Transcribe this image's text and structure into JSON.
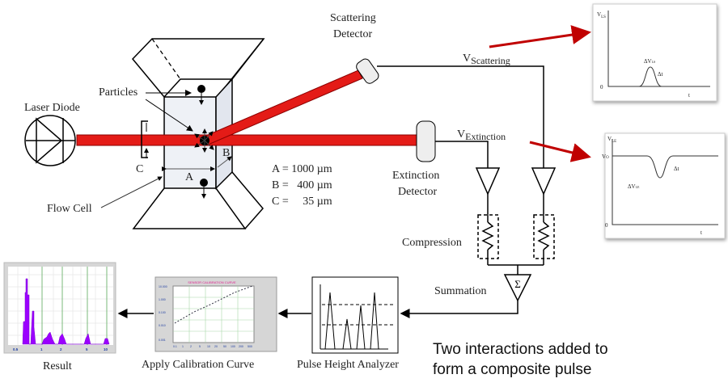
{
  "labels": {
    "laser_diode": "Laser Diode",
    "particles": "Particles",
    "flow_cell": "Flow Cell",
    "scattering_detector_1": "Scattering",
    "scattering_detector_2": "Detector",
    "extinction_detector_1": "Extinction",
    "extinction_detector_2": "Detector",
    "v_scattering": "V",
    "v_scattering_sub": "Scattering",
    "v_extinction": "V",
    "v_extinction_sub": "Extinction",
    "dim_a": "A",
    "dim_b": "B",
    "dim_c": "C",
    "spec_a": "A = 1000 µm",
    "spec_b": "B =   400 µm",
    "spec_c": "C =     35 µm",
    "compression": "Compression",
    "summation": "Summation",
    "sigma": "Σ",
    "pulse_height_analyzer": "Pulse Height Analyzer",
    "apply_calibration_curve": "Apply Calibration Curve",
    "result": "Result",
    "caption_1": "Two interactions added to",
    "caption_2": "form a composite pulse"
  },
  "scatter_plot": {
    "ylabel": "V",
    "ylabel_sub": "LS",
    "zero": "0",
    "xlabel": "t",
    "dv": "ΔV",
    "dv_sub": "LS",
    "dt": "Δt"
  },
  "extinction_plot": {
    "ylabel": "V",
    "ylabel_sub": "LE",
    "v0": "V",
    "v0_sub": "O",
    "zero": "0",
    "xlabel": "t",
    "dv": "ΔV",
    "dv_sub": "LE",
    "dt": "Δt"
  },
  "calibration_chart": {
    "title": "SENSOR CALIBRATION CURVE",
    "y_ticks": [
      "10.000",
      "1.000",
      "0.100",
      "0.010",
      "0.001"
    ],
    "x_ticks": [
      "0.1",
      "1",
      "2",
      "5",
      "10",
      "20",
      "50",
      "100",
      "200",
      "500"
    ]
  },
  "result_chart": {
    "x_ticks": [
      "0.5",
      "1",
      "2",
      "5",
      "10"
    ]
  },
  "colors": {
    "beam": "#e41b17",
    "arrow": "#c00000",
    "histogram": "#9b00ff"
  }
}
